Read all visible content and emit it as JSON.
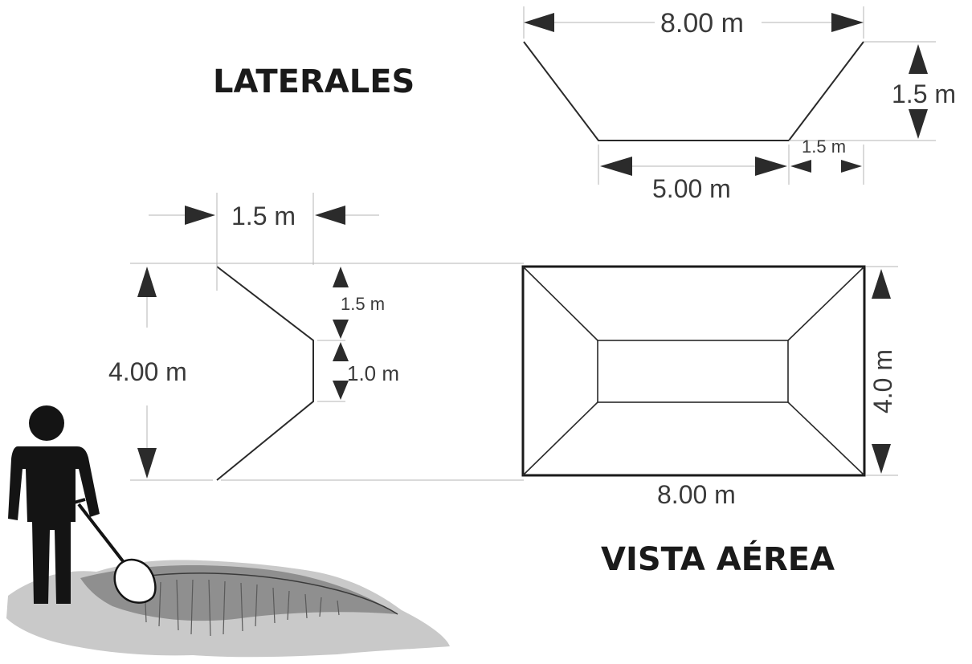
{
  "titles": {
    "laterales": "LATERALES",
    "vista_aerea": "VISTA AÉREA"
  },
  "cross_section": {
    "top_width": "8.00 m",
    "bottom_width": "5.00 m",
    "depth": "1.5 m",
    "slope_run": "1.5 m"
  },
  "side_profile": {
    "slope_run": "1.5 m",
    "total_length": "4.00 m",
    "upper_segment": "1.5 m",
    "middle_segment": "1.0 m"
  },
  "aerial_view": {
    "width": "8.00 m",
    "height": "4.0 m"
  },
  "colors": {
    "ink": "#2a2a2a",
    "guide": "#b5b5b5",
    "ground": "#9a9a9a"
  }
}
